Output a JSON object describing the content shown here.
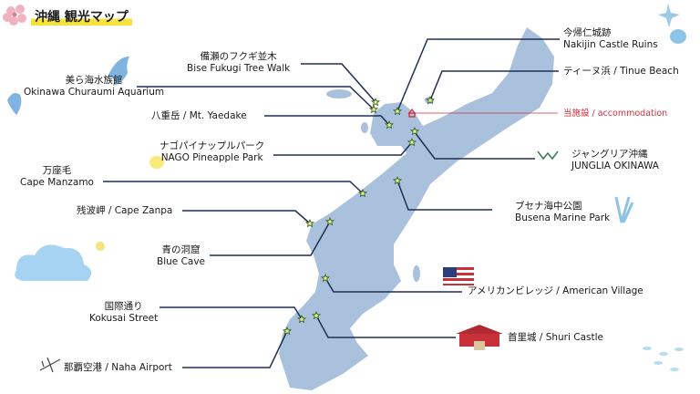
{
  "title": "沖縄 観光マップ",
  "colors": {
    "island": "#a9c1dc",
    "leader": "#1f2f55",
    "accommodation": "#d0313b",
    "title_highlight": "#f5e23a"
  },
  "spots": {
    "bise": {
      "ja": "備瀬のフクギ並木",
      "en": "Bise Fukugi Tree Walk"
    },
    "aquarium": {
      "ja": "美ら海水族館",
      "en": "Okinawa Churaumi Aquarium"
    },
    "yaedake": {
      "label": "八重岳 / Mt. Yaedake"
    },
    "pineapple": {
      "ja": "ナゴパイナップルパーク",
      "en": "NAGO Pineapple Park"
    },
    "manzamo": {
      "ja": "万座毛",
      "en": "Cape Manzamo"
    },
    "zanpa": {
      "label": "残波岬 / Cape Zanpa"
    },
    "bluecave": {
      "ja": "青の洞窟",
      "en": "Blue Cave"
    },
    "kokusai": {
      "ja": "国際通り",
      "en": "Kokusai Street"
    },
    "airport": {
      "label": "那覇空港 / Naha Airport"
    },
    "nakijin": {
      "ja": "今帰仁城跡",
      "en": "Nakijin Castle Ruins"
    },
    "tinue": {
      "label": "ティーヌ浜 / Tinue Beach"
    },
    "accommodation": {
      "label": "当施設 / accommodation"
    },
    "junglia": {
      "ja": "ジャングリア沖縄",
      "en": "JUNGLIA OKINAWA"
    },
    "busena": {
      "ja": "ブセナ海中公園",
      "en": "Busena Marine Park"
    },
    "american": {
      "label": "アメリカンビレッジ / American Village"
    },
    "shuri": {
      "label": "首里城 / Shuri Castle"
    }
  }
}
